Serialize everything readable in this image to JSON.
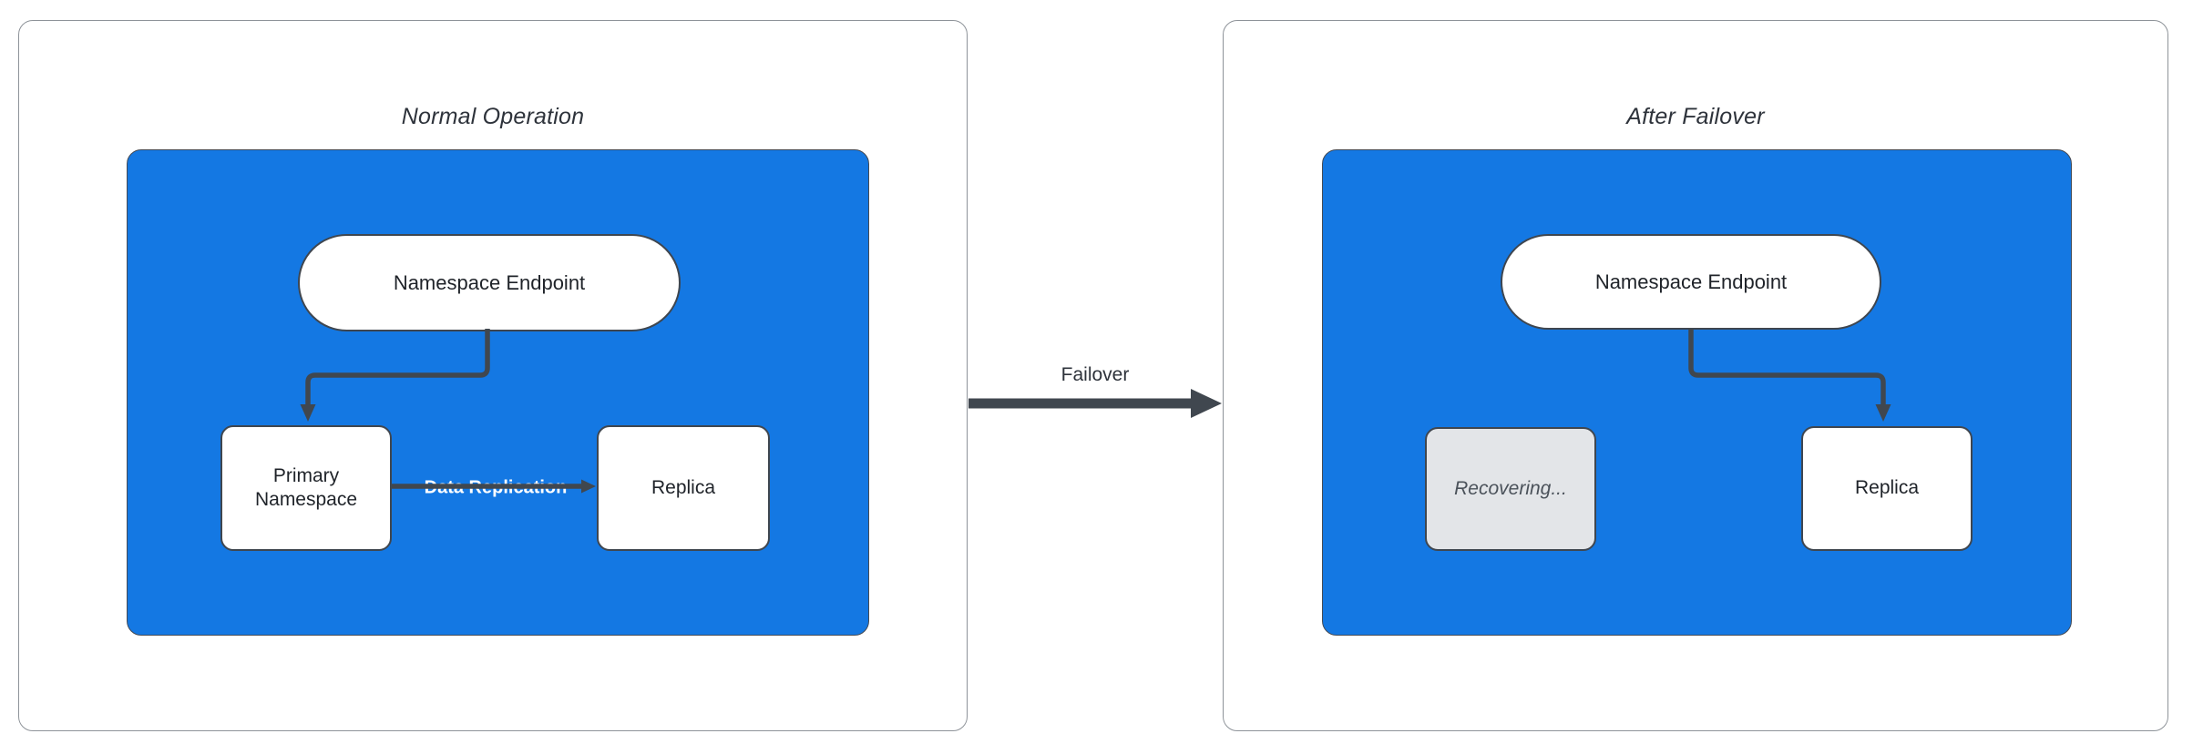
{
  "diagram": {
    "colors": {
      "container_blue": "#1478E3",
      "connector": "#40474F",
      "panel_border": "#8E9399",
      "node_border": "#3F464F",
      "node_text": "#1F2329",
      "title_text": "#2E333B",
      "recovering_fill": "#E3E5E8",
      "recovering_text": "#4B525A",
      "replication_label": "#FFFFFF",
      "background": "#FFFFFF"
    },
    "panels": [
      {
        "title": "Normal Operation",
        "nodes": {
          "endpoint": "Namespace Endpoint",
          "primary": "Primary Namespace",
          "replica": "Replica"
        },
        "edges": {
          "replication_label": "Data Replication"
        }
      },
      {
        "title": "After Failover",
        "nodes": {
          "endpoint": "Namespace Endpoint",
          "recovering": "Recovering...",
          "replica": "Replica"
        }
      }
    ],
    "failover_label": "Failover"
  }
}
